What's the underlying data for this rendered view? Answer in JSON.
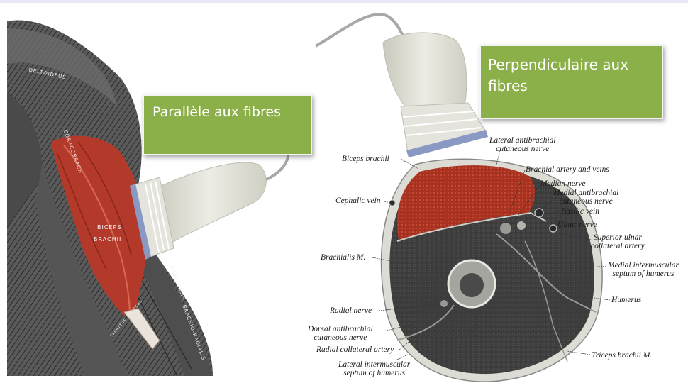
{
  "callouts": {
    "parallel": "Parallèle aux fibres",
    "perpendicular": "Perpendiculaire aux fibres"
  },
  "arm_labels": {
    "deltoid": "DELTOIDEUS",
    "coracobrachialis": "CORACOBRACH",
    "biceps_1": "BICEPS",
    "biceps_2": "BRACHII",
    "brachialis": "BRACHIALIS",
    "brachioradialis": "BRACHIO-RADIALIS",
    "lacertus": "lacertus fibrosus"
  },
  "section_labels": {
    "biceps_brachii": "Biceps brachii",
    "lateral_antibrachial": "Lateral antibrachial\ncutaneous nerve",
    "brachial_artery": "Brachial artery and veins",
    "median_nerve": "Median nerve",
    "medial_antibrachial": "Medial antibrachial\ncutaneous nerve",
    "basilic_vein": "Basilic vein",
    "ulnar_nerve": "Ulnar nerve",
    "superior_ulnar": "Superior ulnar\ncollateral artery",
    "cephalic_vein": "Cephalic vein",
    "brachialis_m": "Brachialis M.",
    "medial_intermuscular": "Medial intermuscular\nseptum of humerus",
    "humerus": "Humerus",
    "radial_nerve": "Radial nerve",
    "dorsal_antibrachial": "Dorsal antibrachial\ncutaneous nerve",
    "radial_collateral": "Radial collateral artery",
    "lateral_intermuscular": "Lateral intermuscular\nseptum of humerus",
    "triceps": "Triceps brachii M."
  },
  "colors": {
    "callout_fill": "#8bb04a",
    "muscle_red": "#b33a2a",
    "probe_body": "#dcdcd2",
    "probe_tip": "#8a98c4",
    "cross_section_dark": "#3a3a3a"
  }
}
